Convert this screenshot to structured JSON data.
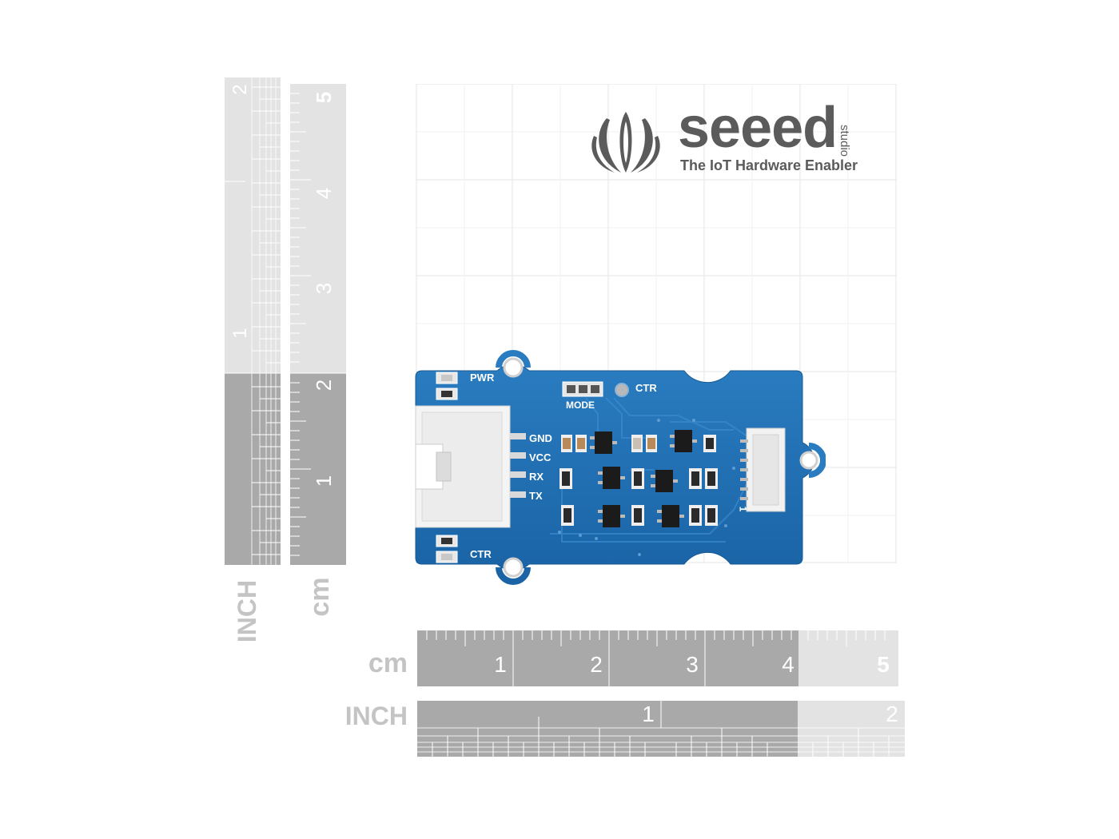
{
  "brand": {
    "name": "seeed",
    "sub": "studio",
    "tagline": "The IoT Hardware Enabler",
    "color": "#5b5b5b"
  },
  "rulers": {
    "vertical_inch": {
      "unit": "INCH",
      "ticks": [
        "1",
        "2"
      ]
    },
    "vertical_cm": {
      "unit": "cm",
      "ticks": [
        "1",
        "2",
        "3",
        "4",
        "5"
      ]
    },
    "horizontal_cm": {
      "unit": "cm",
      "ticks": [
        "1",
        "2",
        "3",
        "4",
        "5"
      ]
    },
    "horizontal_inch": {
      "unit": "INCH",
      "ticks": [
        "1",
        "2"
      ]
    },
    "dark_color": "#a9a9a9",
    "light_color": "#e3e3e3"
  },
  "board": {
    "color": "#1e6fb3",
    "labels": {
      "pwr": "PWR",
      "ctr_top": "CTR",
      "mode": "MODE",
      "gnd": "GND",
      "vcc": "VCC",
      "rx": "RX",
      "tx": "TX",
      "ctr_bottom": "CTR",
      "connector_pin": "1"
    }
  }
}
